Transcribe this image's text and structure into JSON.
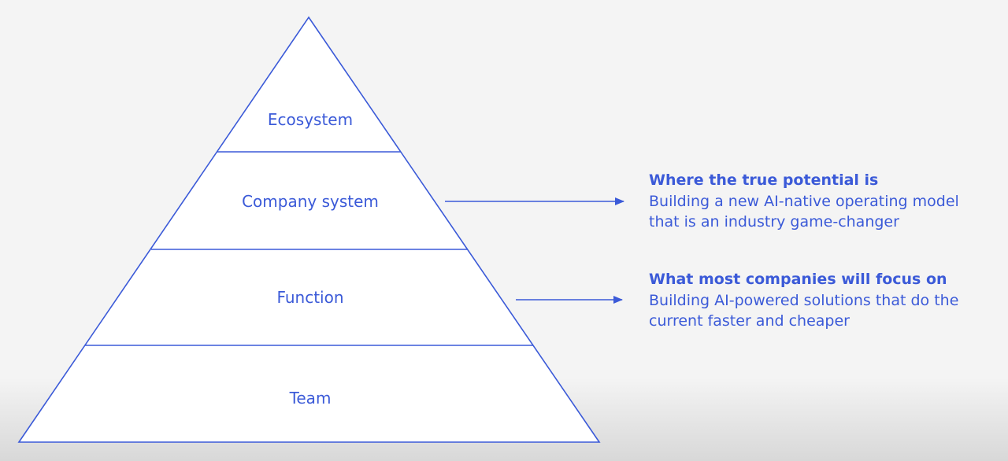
{
  "colors": {
    "accent": "#3b5ad8",
    "pyramid_fill": "#ffffff",
    "background": "#f4f4f4"
  },
  "pyramid": {
    "levels": [
      {
        "label": "Ecosystem"
      },
      {
        "label": "Company system"
      },
      {
        "label": "Function"
      },
      {
        "label": "Team"
      }
    ]
  },
  "callouts": [
    {
      "title": "Where the true potential is",
      "body_line1": "Building a new AI-native operating model",
      "body_line2": "that is an industry game-changer"
    },
    {
      "title": "What most companies will focus on",
      "body_line1": "Building AI-powered solutions that do the",
      "body_line2": "current faster and cheaper"
    }
  ]
}
